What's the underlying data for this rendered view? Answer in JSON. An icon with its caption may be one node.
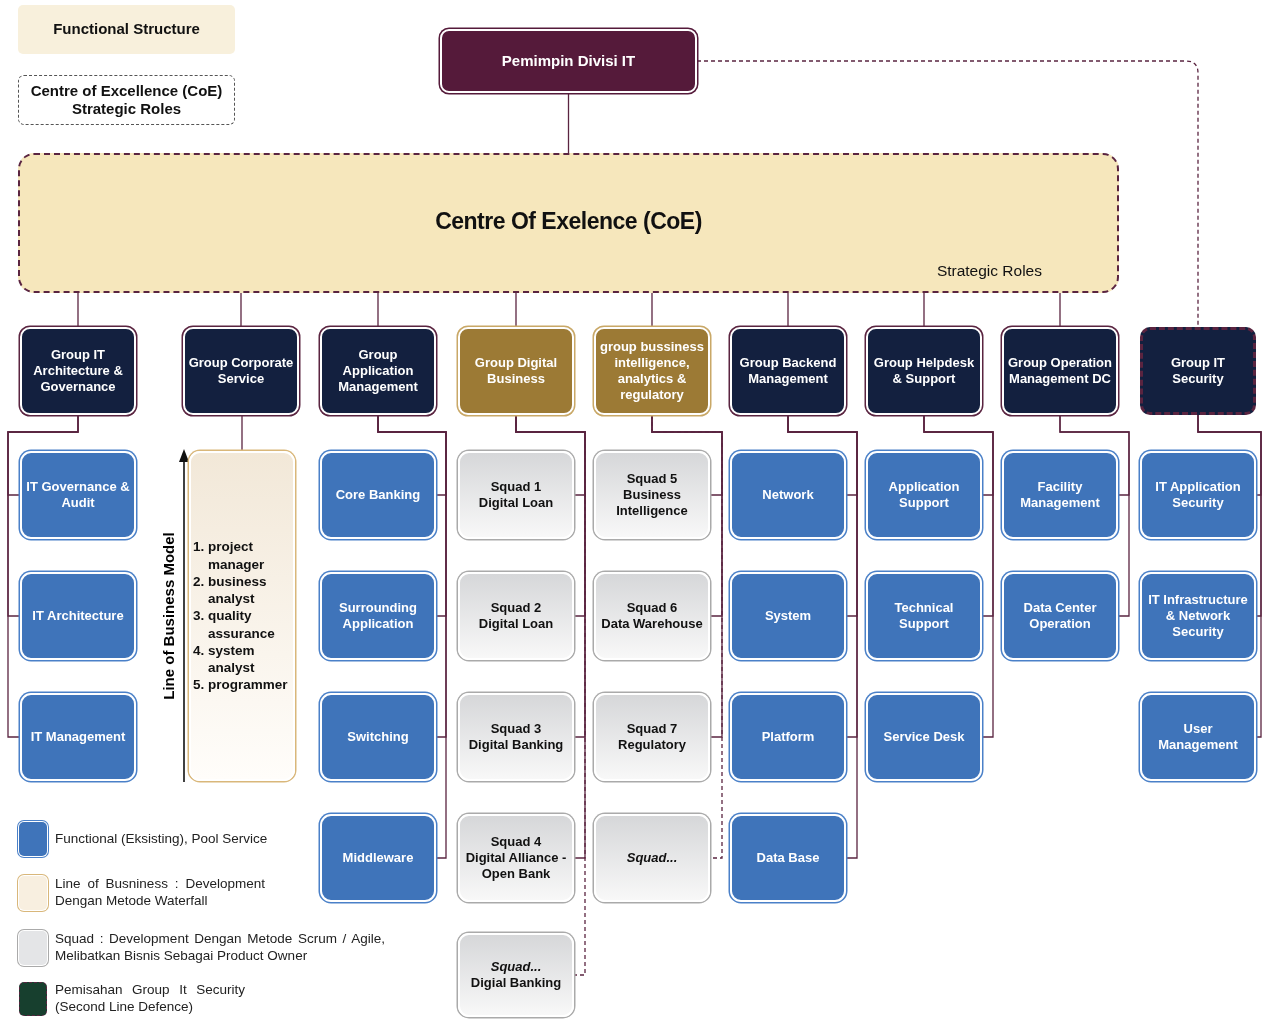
{
  "diagram": {
    "nodes": [
      {
        "text": [
          "Functional Structure"
        ]
      },
      {
        "text": [
          "Centre of Excellence (CoE) Strategic Roles"
        ]
      },
      {
        "text": [
          "Pemimpin Divisi IT"
        ]
      },
      {
        "text": [
          "Centre Of Exelence (CoE)",
          "Strategic Roles"
        ]
      },
      {
        "text": [
          "Group IT Architecture & Governance"
        ]
      },
      {
        "text": [
          "Group Corporate Service"
        ]
      },
      {
        "text": [
          "Group Application Management"
        ]
      },
      {
        "text": [
          "Group Digital Business"
        ]
      },
      {
        "text": [
          "group bussiness intelligence, analytics & regulatory"
        ]
      },
      {
        "text": [
          "Group Backend Management"
        ]
      },
      {
        "text": [
          "Group Helpdesk & Support"
        ]
      },
      {
        "text": [
          "Group Operation Management DC"
        ]
      },
      {
        "text": [
          "Group IT Security"
        ]
      },
      {
        "text": [
          "IT Governance & Audit"
        ]
      },
      {
        "text": [
          "IT Architecture"
        ]
      },
      {
        "text": [
          "IT Management"
        ]
      },
      {
        "text": [
          "1. project manager",
          "2. business analyst",
          "3. quality assurance",
          "4. system analyst",
          "5. programmer"
        ]
      },
      {
        "text": [
          "Core Banking"
        ]
      },
      {
        "text": [
          "Surrounding Application"
        ]
      },
      {
        "text": [
          "Switching"
        ]
      },
      {
        "text": [
          "Middleware"
        ]
      },
      {
        "text": [
          "Squad 1",
          "Digital Loan"
        ]
      },
      {
        "text": [
          "Squad 2",
          "Digital Loan"
        ]
      },
      {
        "text": [
          "Squad 3",
          "Digital Banking"
        ]
      },
      {
        "text": [
          "Squad 4",
          "Digital Alliance - Open Bank"
        ]
      },
      {
        "text": [
          "Squad...",
          "Digial Banking"
        ]
      },
      {
        "text": [
          "Squad 5",
          "Business Intelligence"
        ]
      },
      {
        "text": [
          "Squad 6",
          "Data Warehouse"
        ]
      },
      {
        "text": [
          "Squad 7",
          "Regulatory"
        ]
      },
      {
        "text": [
          "Squad..."
        ]
      },
      {
        "text": [
          "Network"
        ]
      },
      {
        "text": [
          "System"
        ]
      },
      {
        "text": [
          "Platform"
        ]
      },
      {
        "text": [
          "Data Base"
        ]
      },
      {
        "text": [
          "Application Support"
        ]
      },
      {
        "text": [
          "Technical Support"
        ]
      },
      {
        "text": [
          "Service Desk"
        ]
      },
      {
        "text": [
          "Facility Management"
        ]
      },
      {
        "text": [
          "Data Center Operation"
        ]
      },
      {
        "text": [
          "IT Application Security"
        ]
      },
      {
        "text": [
          "IT Infrastructure & Network Security"
        ]
      },
      {
        "text": [
          "User Management"
        ]
      }
    ],
    "edges": [
      {
        "from": 2,
        "to": 3,
        "arrow": "none"
      },
      {
        "from": 2,
        "to": 12,
        "arrow": "none",
        "style": "dashed"
      },
      {
        "from": 3,
        "to": 4,
        "arrow": "none"
      },
      {
        "from": 3,
        "to": 5,
        "arrow": "none"
      },
      {
        "from": 3,
        "to": 6,
        "arrow": "none"
      },
      {
        "from": 3,
        "to": 7,
        "arrow": "none"
      },
      {
        "from": 3,
        "to": 8,
        "arrow": "none"
      },
      {
        "from": 3,
        "to": 9,
        "arrow": "none"
      },
      {
        "from": 3,
        "to": 10,
        "arrow": "none"
      },
      {
        "from": 3,
        "to": 11,
        "arrow": "none"
      },
      {
        "from": 4,
        "to": 13,
        "arrow": "none"
      },
      {
        "from": 4,
        "to": 14,
        "arrow": "none"
      },
      {
        "from": 4,
        "to": 15,
        "arrow": "none"
      },
      {
        "from": 5,
        "to": 16,
        "arrow": "none"
      },
      {
        "from": 6,
        "to": 17,
        "arrow": "none"
      },
      {
        "from": 6,
        "to": 18,
        "arrow": "none"
      },
      {
        "from": 6,
        "to": 19,
        "arrow": "none"
      },
      {
        "from": 6,
        "to": 20,
        "arrow": "none"
      },
      {
        "from": 7,
        "to": 21,
        "arrow": "none"
      },
      {
        "from": 7,
        "to": 22,
        "arrow": "none"
      },
      {
        "from": 7,
        "to": 23,
        "arrow": "none"
      },
      {
        "from": 7,
        "to": 24,
        "arrow": "none"
      },
      {
        "from": 7,
        "to": 25,
        "arrow": "none",
        "style": "dashed"
      },
      {
        "from": 8,
        "to": 26,
        "arrow": "none"
      },
      {
        "from": 8,
        "to": 27,
        "arrow": "none"
      },
      {
        "from": 8,
        "to": 28,
        "arrow": "none"
      },
      {
        "from": 8,
        "to": 29,
        "arrow": "none",
        "style": "dashed"
      },
      {
        "from": 9,
        "to": 30,
        "arrow": "none"
      },
      {
        "from": 9,
        "to": 31,
        "arrow": "none"
      },
      {
        "from": 9,
        "to": 32,
        "arrow": "none"
      },
      {
        "from": 9,
        "to": 33,
        "arrow": "none"
      },
      {
        "from": 10,
        "to": 34,
        "arrow": "none"
      },
      {
        "from": 10,
        "to": 35,
        "arrow": "none"
      },
      {
        "from": 10,
        "to": 36,
        "arrow": "none"
      },
      {
        "from": 11,
        "to": 37,
        "arrow": "none"
      },
      {
        "from": 11,
        "to": 38,
        "arrow": "none"
      },
      {
        "from": 12,
        "to": 39,
        "arrow": "none"
      },
      {
        "from": 12,
        "to": 40,
        "arrow": "none"
      },
      {
        "from": 12,
        "to": 41,
        "arrow": "none"
      }
    ],
    "labels": [
      "Line of Business Model"
    ],
    "legend": [
      {
        "text": "Functional (Eksisting), Pool Service",
        "color": "#3f74ba"
      },
      {
        "text": "Line of Busniness : Development Dengan Metode Waterfall",
        "color": "#f8efe0"
      },
      {
        "text": "Squad : Development Dengan Metode Scrum / Agile, Melibatkan Bisnis Sebagai Product Owner",
        "color": "#e4e5e7"
      },
      {
        "text": "Pemisahan Group It Security (Second Line Defence)",
        "color": "#173f2e"
      }
    ]
  }
}
